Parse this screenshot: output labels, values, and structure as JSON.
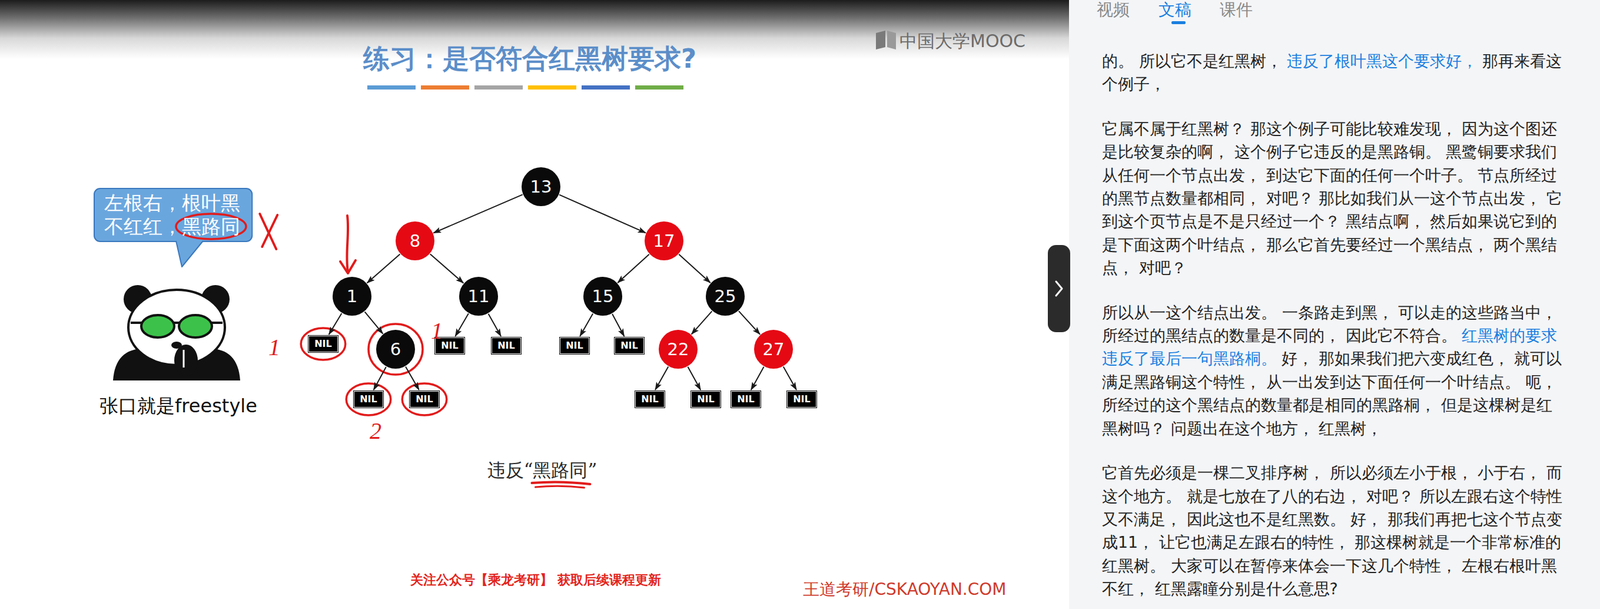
{
  "diagram": {
    "title": "练习：是否符合红黑树要求?",
    "caption": "违反“黑路同”",
    "nodes": [
      {
        "text": [
          "左根右，根叶黑 不红红，黑路同"
        ]
      },
      {
        "text": [
          "13"
        ]
      },
      {
        "text": [
          "8"
        ]
      },
      {
        "text": [
          "17"
        ]
      },
      {
        "text": [
          "1"
        ]
      },
      {
        "text": [
          "11"
        ]
      },
      {
        "text": [
          "15"
        ]
      },
      {
        "text": [
          "25"
        ]
      },
      {
        "text": [
          "6"
        ]
      },
      {
        "text": [
          "22"
        ]
      },
      {
        "text": [
          "27"
        ]
      },
      {
        "text": [
          "NIL"
        ]
      },
      {
        "text": [
          "NIL"
        ]
      },
      {
        "text": [
          "NIL"
        ]
      },
      {
        "text": [
          "NIL"
        ]
      },
      {
        "text": [
          "NIL"
        ]
      },
      {
        "text": [
          "NIL"
        ]
      },
      {
        "text": [
          "NIL"
        ]
      },
      {
        "text": [
          "NIL"
        ]
      },
      {
        "text": [
          "NIL"
        ]
      },
      {
        "text": [
          "NIL"
        ]
      },
      {
        "text": [
          "NIL"
        ]
      }
    ],
    "edges": [
      {
        "from": 1,
        "to": 2,
        "arrow": "to"
      },
      {
        "from": 1,
        "to": 3,
        "arrow": "to"
      },
      {
        "from": 2,
        "to": 4,
        "arrow": "to"
      },
      {
        "from": 2,
        "to": 5,
        "arrow": "to"
      },
      {
        "from": 3,
        "to": 6,
        "arrow": "to"
      },
      {
        "from": 3,
        "to": 7,
        "arrow": "to"
      },
      {
        "from": 4,
        "to": 11,
        "arrow": "to"
      },
      {
        "from": 4,
        "to": 8,
        "arrow": "to"
      },
      {
        "from": 5,
        "to": 14,
        "arrow": "to"
      },
      {
        "from": 5,
        "to": 15,
        "arrow": "to"
      },
      {
        "from": 6,
        "to": 16,
        "arrow": "to"
      },
      {
        "from": 6,
        "to": 17,
        "arrow": "to"
      },
      {
        "from": 7,
        "to": 9,
        "arrow": "to"
      },
      {
        "from": 7,
        "to": 10,
        "arrow": "to"
      },
      {
        "from": 8,
        "to": 12,
        "arrow": "to"
      },
      {
        "from": 8,
        "to": 13,
        "arrow": "to"
      },
      {
        "from": 9,
        "to": 18,
        "arrow": "to"
      },
      {
        "from": 9,
        "to": 19,
        "arrow": "to"
      },
      {
        "from": 10,
        "to": 20,
        "arrow": "to"
      },
      {
        "from": 10,
        "to": 21,
        "arrow": "to"
      }
    ],
    "labels": [
      "中国大学MOOC",
      "张口就是freestyle",
      "1",
      "1",
      "2",
      "关注公众号【乘龙考研】 获取后续课程更新",
      "王道考研/CSKAOYAN.COM",
      "视频",
      "文稿",
      "课件",
      "的。 所以它不是红黑树，",
      "违反了根叶黑这个要求好，",
      "那再来看这个例子，",
      "它属不属于红黑树？ 那这个例子可能比较难发现， 因为这个图还是比较复杂的啊， 这个例子它违反的是黑路铜。 黑鹭铜要求我们从任何一个节点出发， 到达它下面的任何一个叶子。 节点所经过的黑节点数量都相同， 对吧？ 那比如我们从一这个节点出发， 它到这个页节点是不是只经过一个？ 黑结点啊， 然后如果说它到的是下面这两个叶结点， 那么它首先要经过一个黑结点， 两个黑结点， 对吧？",
      "所以从一这个结点出发。 一条路走到黑， 可以走的这些路当中， 所经过的黑结点的数量是不同的， 因此它不符合。",
      "红黑树的要求违反了最后一句黑路桐。",
      "好， 那如果我们把六变成红色， 就可以满足黑路铜这个特性， 从一出发到达下面任何一个叶结点。 呃， 所经过的这个黑结点的数量都是相同的黑路桐， 但是这棵树是红黑树吗？ 问题出在这个地方， 红黑树，",
      "它首先必须是一棵二叉排序树， 所以必须左小于根， 小于右， 而这个地方。 就是七放在了八的右边， 对吧？ 所以左跟右这个特性又不满足， 因此这也不是红黑数。 好， 那我们再把七这个节点变成11， 让它也满足左跟右的特性， 那这棵树就是一个非常标准的红黑树。 大家可以在暂停来体会一下这几个特性， 左根右根叶黑不红， 红黑露瞳分别是什么意思?"
    ]
  }
}
